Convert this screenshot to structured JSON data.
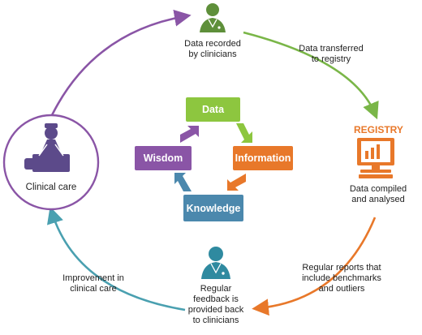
{
  "nodes": {
    "top": "Data recorded\nby clinicians",
    "left": "Clinical care",
    "bottom": "Regular\nfeedback is\nprovided back\nto clinicians",
    "registry_title": "REGISTRY",
    "registry_caption": "Data compiled\nand analysed"
  },
  "edge_labels": {
    "transfer": "Data  transferred\nto registry",
    "reports": "Regular reports that\ninclude benchmarks\nand outliers",
    "improvement": "Improvement in\nclinical care"
  },
  "dikw": {
    "data": "Data",
    "information": "Information",
    "knowledge": "Knowledge",
    "wisdom": "Wisdom"
  },
  "colors": {
    "data": "#8dc63f",
    "information": "#e8782a",
    "knowledge": "#4b88ad",
    "wisdom": "#8a55a6",
    "arc_top_right": "#7ab648",
    "arc_right_bottom": "#e8782a",
    "arc_bottom_left": "#4aa0b0",
    "arc_left_top": "#8a55a6",
    "doctor_green": "#5e8f3a",
    "doctor_teal": "#2f8aa0",
    "care_purple": "#5c4a8a"
  },
  "icons": [
    "doctor-icon",
    "clinical-care-icon",
    "computer-icon"
  ]
}
